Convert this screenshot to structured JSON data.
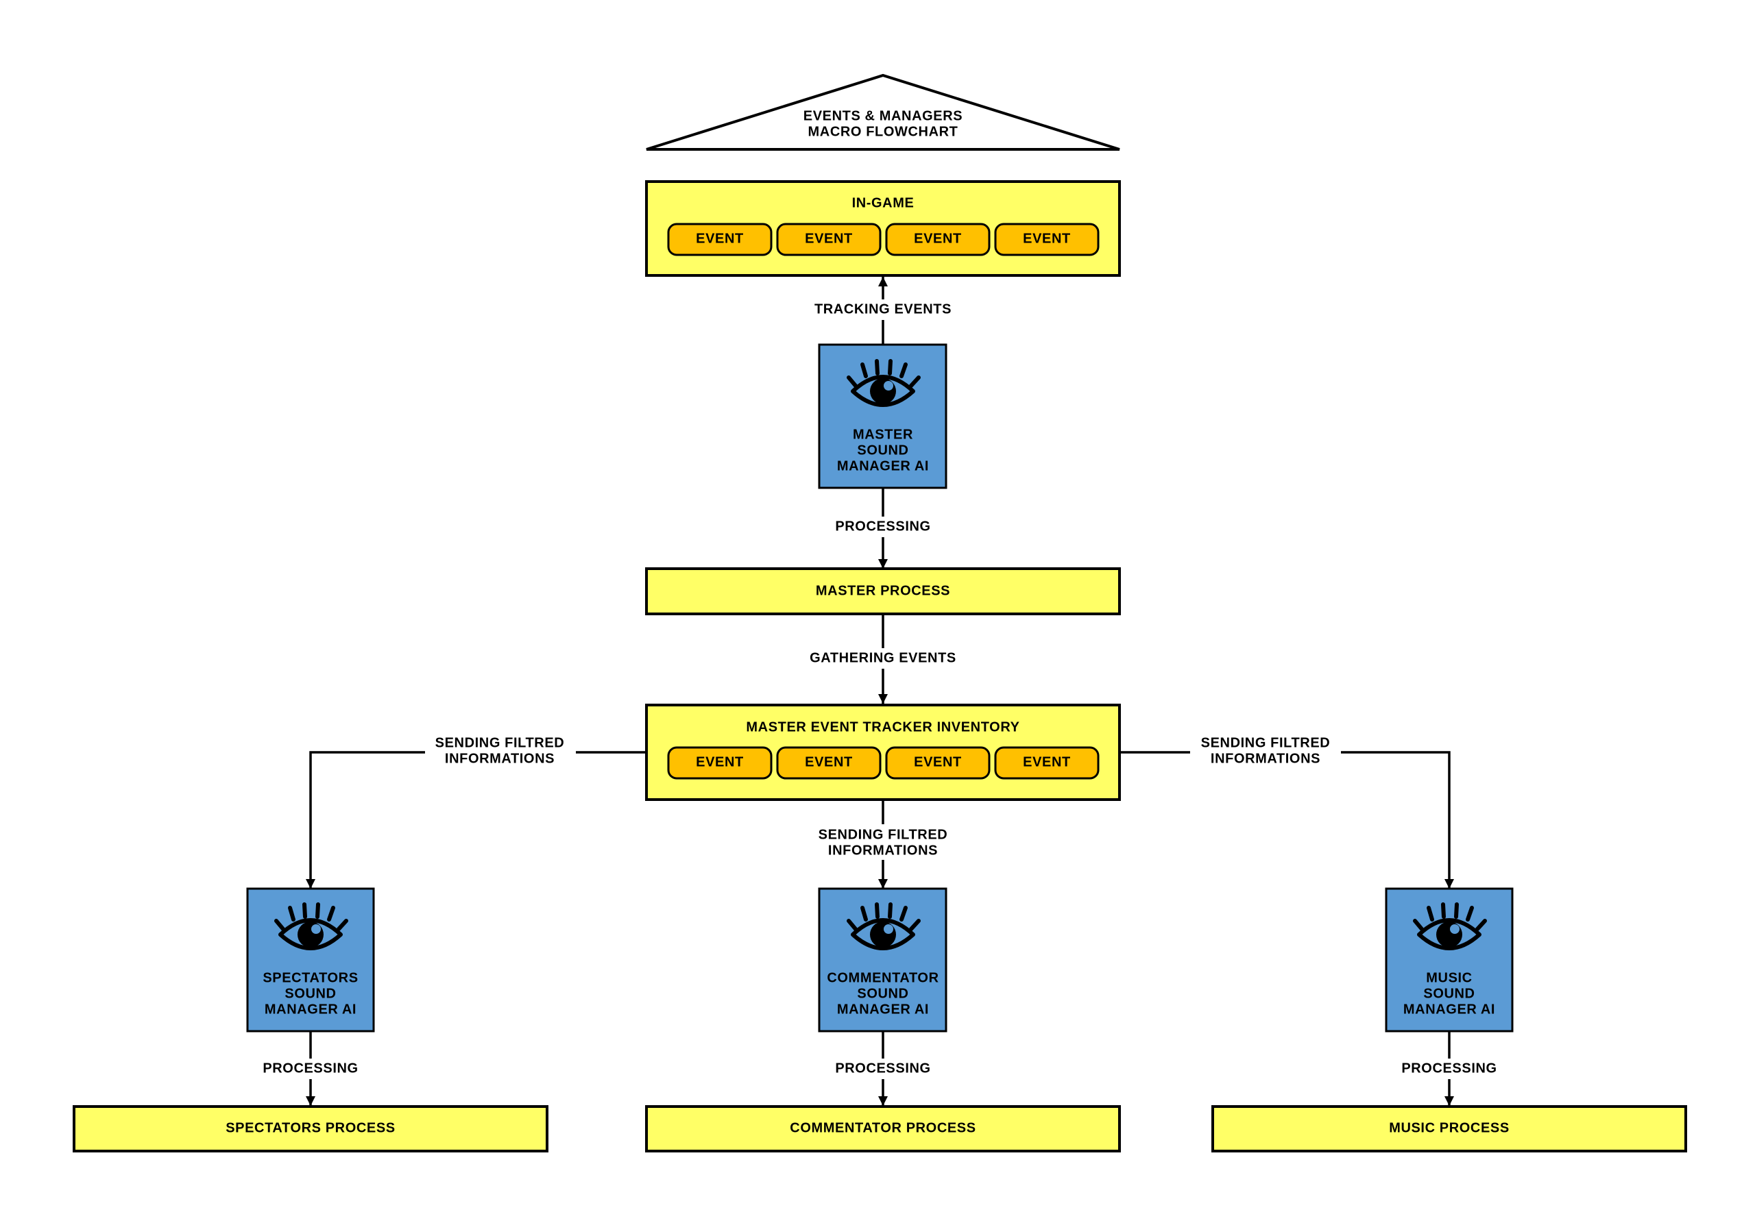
{
  "title": {
    "line1": "EVENTS & MANAGERS",
    "line2": "MACRO FLOWCHART"
  },
  "in_game": {
    "label": "IN-GAME",
    "events": [
      "EVENT",
      "EVENT",
      "EVENT",
      "EVENT"
    ]
  },
  "arrows": {
    "tracking": "TRACKING EVENTS",
    "processing": "PROCESSING",
    "gathering": "GATHERING EVENTS",
    "sending_line1": "SENDING FILTRED",
    "sending_line2": "INFORMATIONS"
  },
  "master_manager": {
    "lines": [
      "MASTER",
      "SOUND",
      "MANAGER AI"
    ]
  },
  "master_process": {
    "label": "MASTER PROCESS"
  },
  "inventory": {
    "label": "MASTER EVENT TRACKER INVENTORY",
    "events": [
      "EVENT",
      "EVENT",
      "EVENT",
      "EVENT"
    ]
  },
  "managers": [
    {
      "lines": [
        "SPECTATORS",
        "SOUND",
        "MANAGER AI"
      ],
      "process": "SPECTATORS PROCESS"
    },
    {
      "lines": [
        "COMMENTATOR",
        "SOUND",
        "MANAGER AI"
      ],
      "process": "COMMENTATOR PROCESS"
    },
    {
      "lines": [
        "MUSIC",
        "SOUND",
        "MANAGER AI"
      ],
      "process": "MUSIC PROCESS"
    }
  ],
  "colors": {
    "process_fill": "#FFFF66",
    "event_fill": "#FFC000",
    "manager_fill": "#5B9BD5",
    "stroke": "#000000"
  },
  "icons": {
    "manager_icon": "eye-icon"
  }
}
